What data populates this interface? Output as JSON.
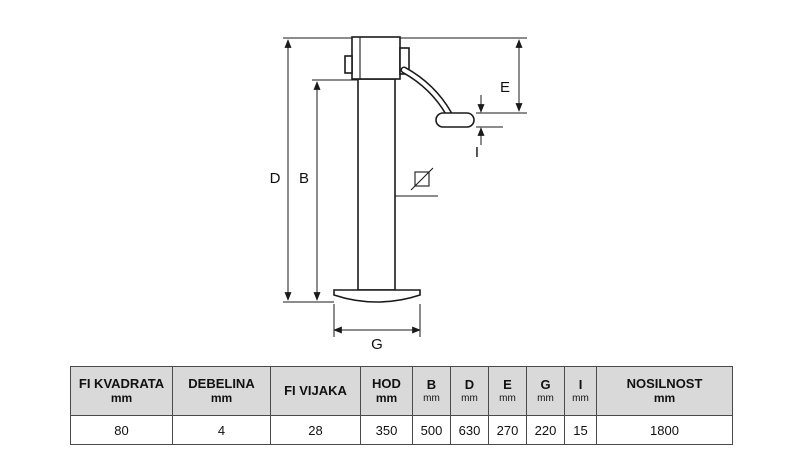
{
  "diagram": {
    "labels": {
      "d": "D",
      "b": "B",
      "e": "E",
      "i": "I",
      "g": "G"
    },
    "symbols": {
      "square_section_icon": "⧄"
    }
  },
  "table": {
    "columns": [
      {
        "title": "FI KVADRATA",
        "unit": "mm",
        "value": "80"
      },
      {
        "title": "DEBELINA",
        "unit": "mm",
        "value": "4"
      },
      {
        "title": "FI VIJAKA",
        "unit": "",
        "value": "28"
      },
      {
        "title": "HOD",
        "unit": "mm",
        "value": "350"
      },
      {
        "title": "B",
        "unit": "mm",
        "value": "500"
      },
      {
        "title": "D",
        "unit": "mm",
        "value": "630"
      },
      {
        "title": "E",
        "unit": "mm",
        "value": "270"
      },
      {
        "title": "G",
        "unit": "mm",
        "value": "220"
      },
      {
        "title": "I",
        "unit": "mm",
        "value": "15"
      },
      {
        "title": "NOSILNOST",
        "unit": "mm",
        "value": "1800"
      }
    ]
  }
}
